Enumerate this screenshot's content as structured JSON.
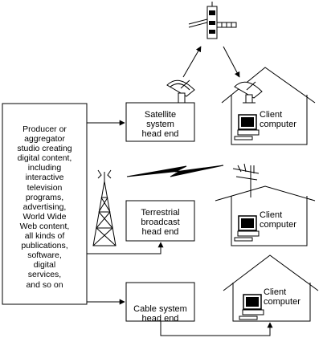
{
  "source": {
    "label": "Producer or\naggregator\nstudio creating\ndigital content,\nincluding\ninteractive\ntelevision\nprograms,\nadvertising,\nWorld Wide\nWeb content,\nall kinds of\npublications,\nsoftware,\ndigital\nservices,\nand so on"
  },
  "head_ends": {
    "satellite": "Satellite\nsystem\nhead end",
    "terrestrial": "Terrestrial\nbroadcast\nhead end",
    "cable": "Cable system\nhead end"
  },
  "clients": {
    "satellite": "Client\ncomputer",
    "terrestrial": "Client\ncomputer",
    "cable": "Client\ncomputer"
  },
  "icons": [
    "satellite-icon",
    "satellite-dish-icon",
    "broadcast-tower-icon",
    "lightning-bolt-icon",
    "tv-antenna-icon",
    "house-icon",
    "computer-icon"
  ],
  "colors": {
    "ink": "#000000",
    "background": "#ffffff"
  }
}
